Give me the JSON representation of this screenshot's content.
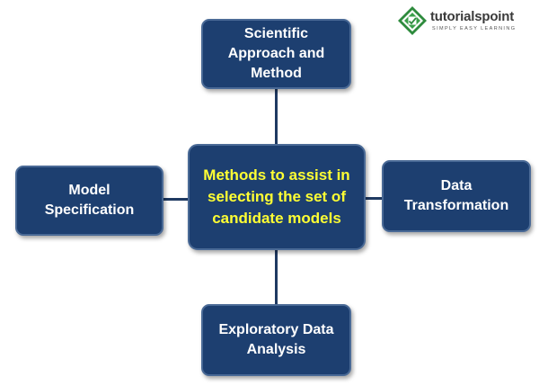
{
  "logo": {
    "wordmark": "tutorialspoint",
    "tagline": "SIMPLY EASY LEARNING"
  },
  "diagram": {
    "center": "Methods to assist in selecting the set of candidate models",
    "top": "Scientific Approach and Method",
    "left": "Model Specification",
    "right": "Data Transformation",
    "bottom": "Exploratory Data Analysis"
  },
  "colors": {
    "node_fill": "#1d3f70",
    "node_text": "#ffffff",
    "center_text": "#ffff33",
    "connector": "#1f3a62"
  }
}
